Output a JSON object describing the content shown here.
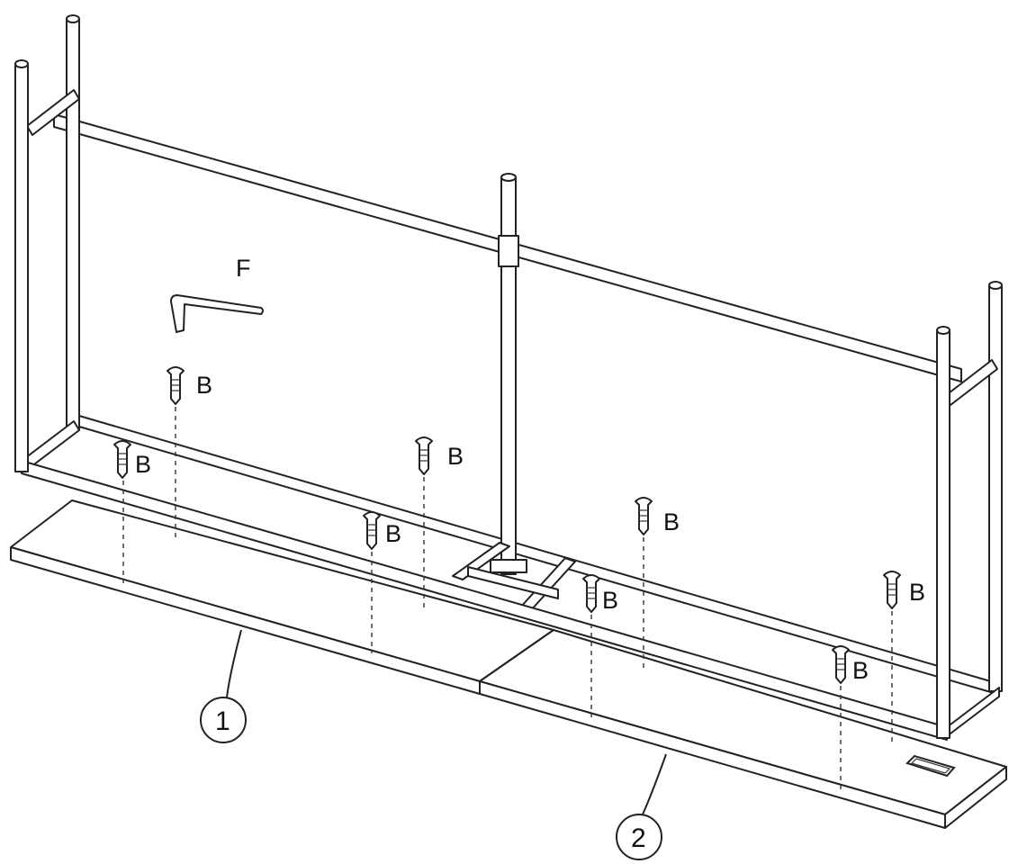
{
  "labels": {
    "hex_key": "F",
    "screw": "B",
    "panel_left": "1",
    "panel_right": "2"
  }
}
